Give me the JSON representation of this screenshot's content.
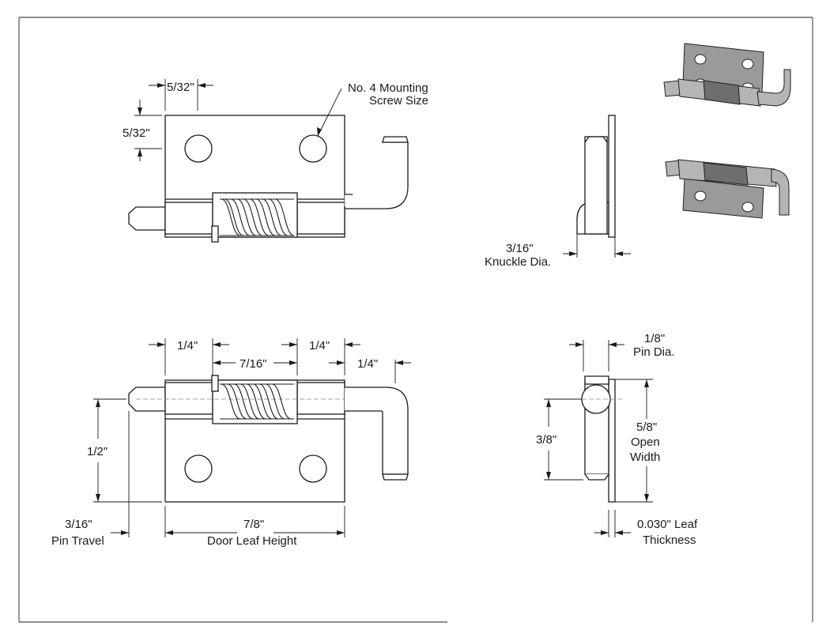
{
  "labels": {
    "top_hole_offset_x": "5/32\"",
    "top_hole_offset_y": "5/32\"",
    "screw_size_line1": "No. 4 Mounting",
    "screw_size_line2": "Screw Size",
    "knuckle_dia_value": "3/16\"",
    "knuckle_dia_text": "Knuckle Dia.",
    "bottom_left_gap": "1/4\"",
    "bottom_spring_len": "7/16\"",
    "bottom_right_gap": "1/4\"",
    "bottom_pin_offset": "1/4\"",
    "height_half": "1/2\"",
    "pin_travel_value": "3/16\"",
    "pin_travel_text": "Pin Travel",
    "leaf_height_value": "7/8\"",
    "leaf_height_text": "Door Leaf Height",
    "pin_dia_value": "1/8\"",
    "pin_dia_text": "Pin Dia.",
    "side_three_eighths": "3/8\"",
    "open_width_value": "5/8\"",
    "open_width_line1": "Open",
    "open_width_line2": "Width",
    "leaf_thickness_value": "0.030\" Leaf",
    "leaf_thickness_text": "Thickness"
  },
  "icons": [
    "arrow-icon",
    "hole-icon",
    "spring-icon"
  ]
}
